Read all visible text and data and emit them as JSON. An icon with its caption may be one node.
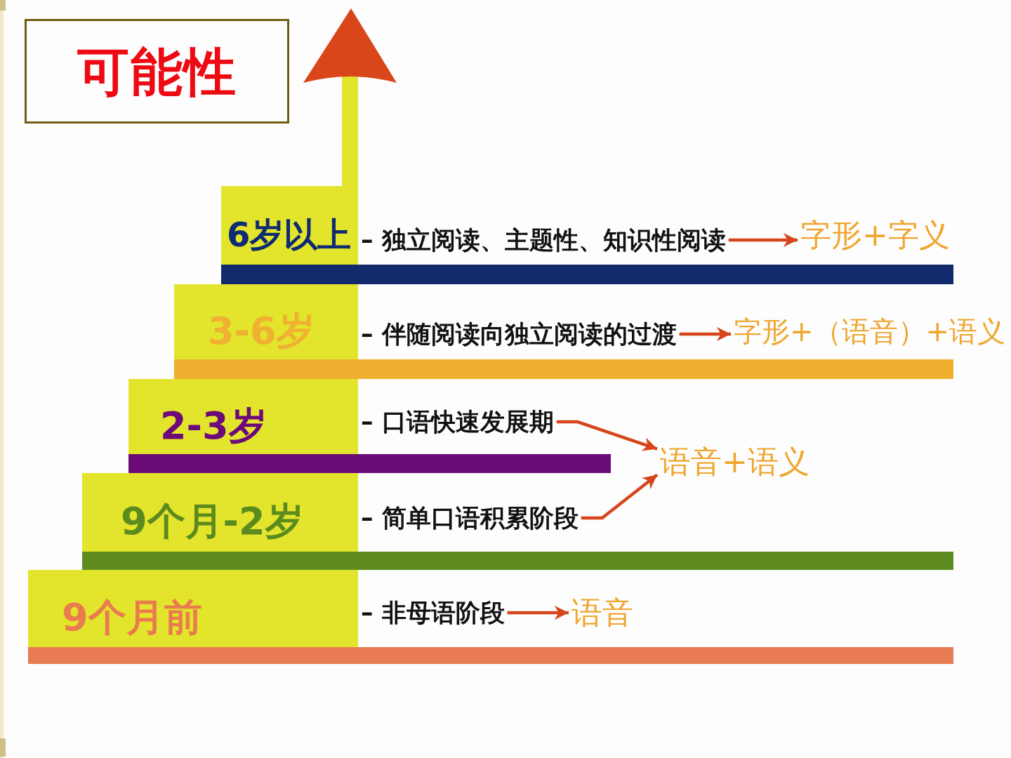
{
  "diagram": {
    "title": "可能性",
    "nodes": [
      {
        "text": [
          "6岁以上"
        ]
      },
      {
        "text": [
          "– 独立阅读、主题性、知识性阅读"
        ]
      },
      {
        "text": [
          "字形+字义"
        ]
      },
      {
        "text": [],
        "shape": "bar"
      },
      {
        "text": [
          "3-6岁"
        ]
      },
      {
        "text": [
          "– 伴随阅读向独立阅读的过渡"
        ]
      },
      {
        "text": [
          "字形+（语音）+语义"
        ]
      },
      {
        "text": [],
        "shape": "bar"
      },
      {
        "text": [
          "2-3岁"
        ]
      },
      {
        "text": [
          "– 口语快速发展期"
        ]
      },
      {
        "text": [
          "语音+语义"
        ]
      },
      {
        "text": [],
        "shape": "bar"
      },
      {
        "text": [
          "9个月-2岁"
        ]
      },
      {
        "text": [
          "– 简单口语积累阶段"
        ]
      },
      {
        "text": [],
        "shape": "bar"
      },
      {
        "text": [
          "9个月前"
        ]
      },
      {
        "text": [
          "– 非母语阶段"
        ]
      },
      {
        "text": [
          "语音"
        ]
      },
      {
        "text": [],
        "shape": "bar"
      }
    ],
    "edges": [
      {
        "from": 1,
        "to": 2,
        "arrow": "to"
      },
      {
        "from": 5,
        "to": 6,
        "arrow": "to"
      },
      {
        "from": 9,
        "to": 10,
        "arrow": "to"
      },
      {
        "from": 13,
        "to": 10,
        "arrow": "to"
      },
      {
        "from": 16,
        "to": 17,
        "arrow": "to"
      }
    ]
  }
}
